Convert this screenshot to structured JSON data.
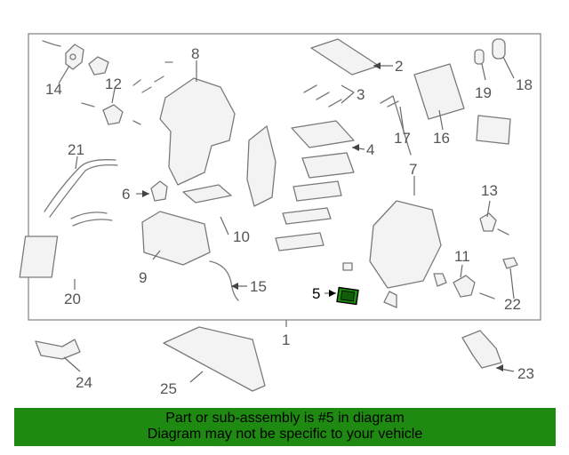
{
  "diagram": {
    "callouts": {
      "c1": "1",
      "c2": "2",
      "c3": "3",
      "c4": "4",
      "c5": "5",
      "c6": "6",
      "c7": "7",
      "c8": "8",
      "c9": "9",
      "c10": "10",
      "c11": "11",
      "c12": "12",
      "c13": "13",
      "c14": "14",
      "c15": "15",
      "c16": "16",
      "c17": "17",
      "c18": "18",
      "c19": "19",
      "c20": "20",
      "c21": "21",
      "c22": "22",
      "c23": "23",
      "c24": "24",
      "c25": "25"
    },
    "highlighted_part": "5",
    "highlight_color": "#1f8a11"
  },
  "banner": {
    "line1": "Part or sub-assembly is #5 in diagram",
    "line2": "Diagram may not be specific to your vehicle",
    "background": "#1f8a11"
  }
}
